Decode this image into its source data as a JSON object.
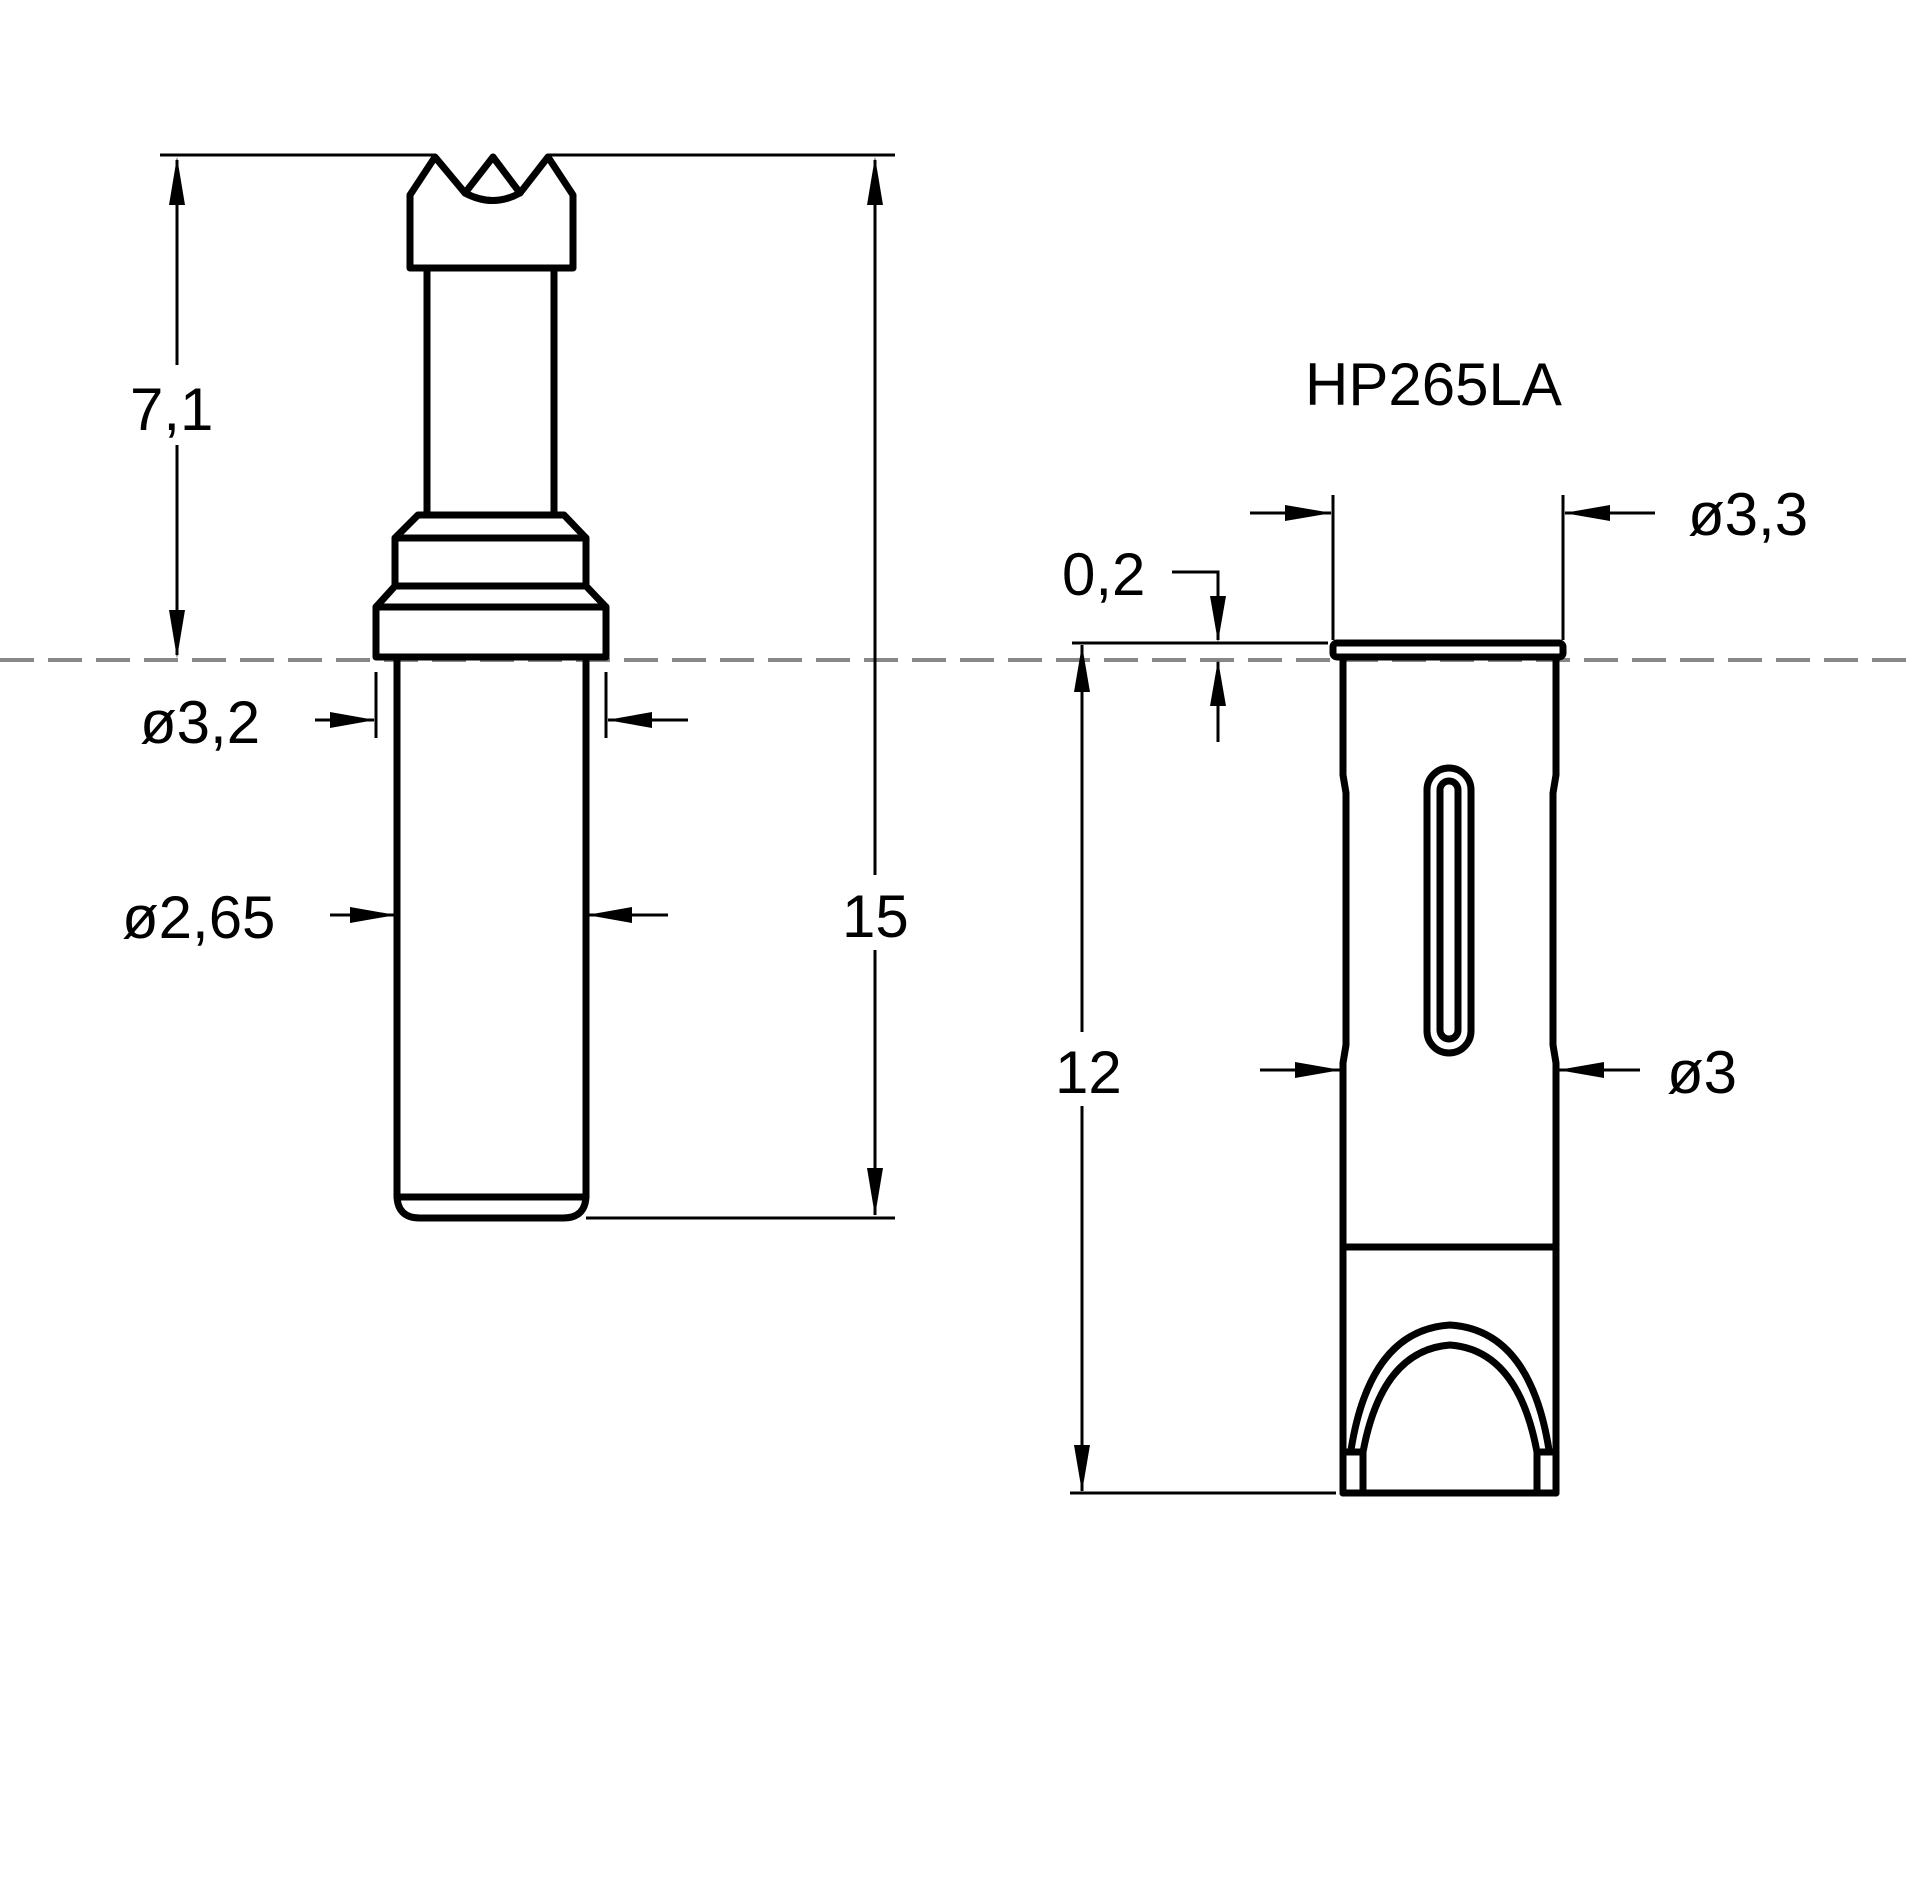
{
  "drawing": {
    "title": "HP265LA",
    "background": "#ffffff",
    "line_color": "#000000",
    "centerline_color": "#888888"
  },
  "left_view": {
    "name": "pin-side-view",
    "dimensions": {
      "upper_height": "7,1",
      "total_height": "15",
      "collar_diameter": "ø3,2",
      "shaft_diameter": "ø2,65"
    }
  },
  "right_view": {
    "name": "socket-side-view",
    "dimensions": {
      "flange_thickness": "0,2",
      "flange_diameter": "ø3,3",
      "body_height": "12",
      "body_diameter": "ø3"
    }
  }
}
